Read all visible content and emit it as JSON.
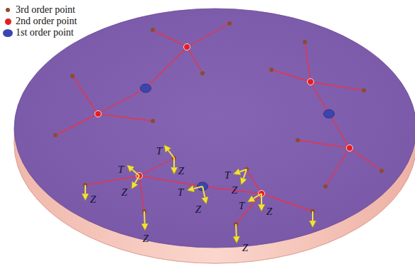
{
  "diagram": {
    "labels": [
      "T",
      "Z",
      "T",
      "Z",
      "Z",
      "T",
      "Z",
      "T",
      "Z",
      "T",
      "Z",
      "Z",
      "Z"
    ],
    "legend": [
      {
        "text": "3rd order point",
        "color": "#8b4c2c"
      },
      {
        "text": "2nd order point",
        "color": "#e41e26"
      },
      {
        "text": "1st order point",
        "color": "#3b45b0"
      }
    ]
  }
}
